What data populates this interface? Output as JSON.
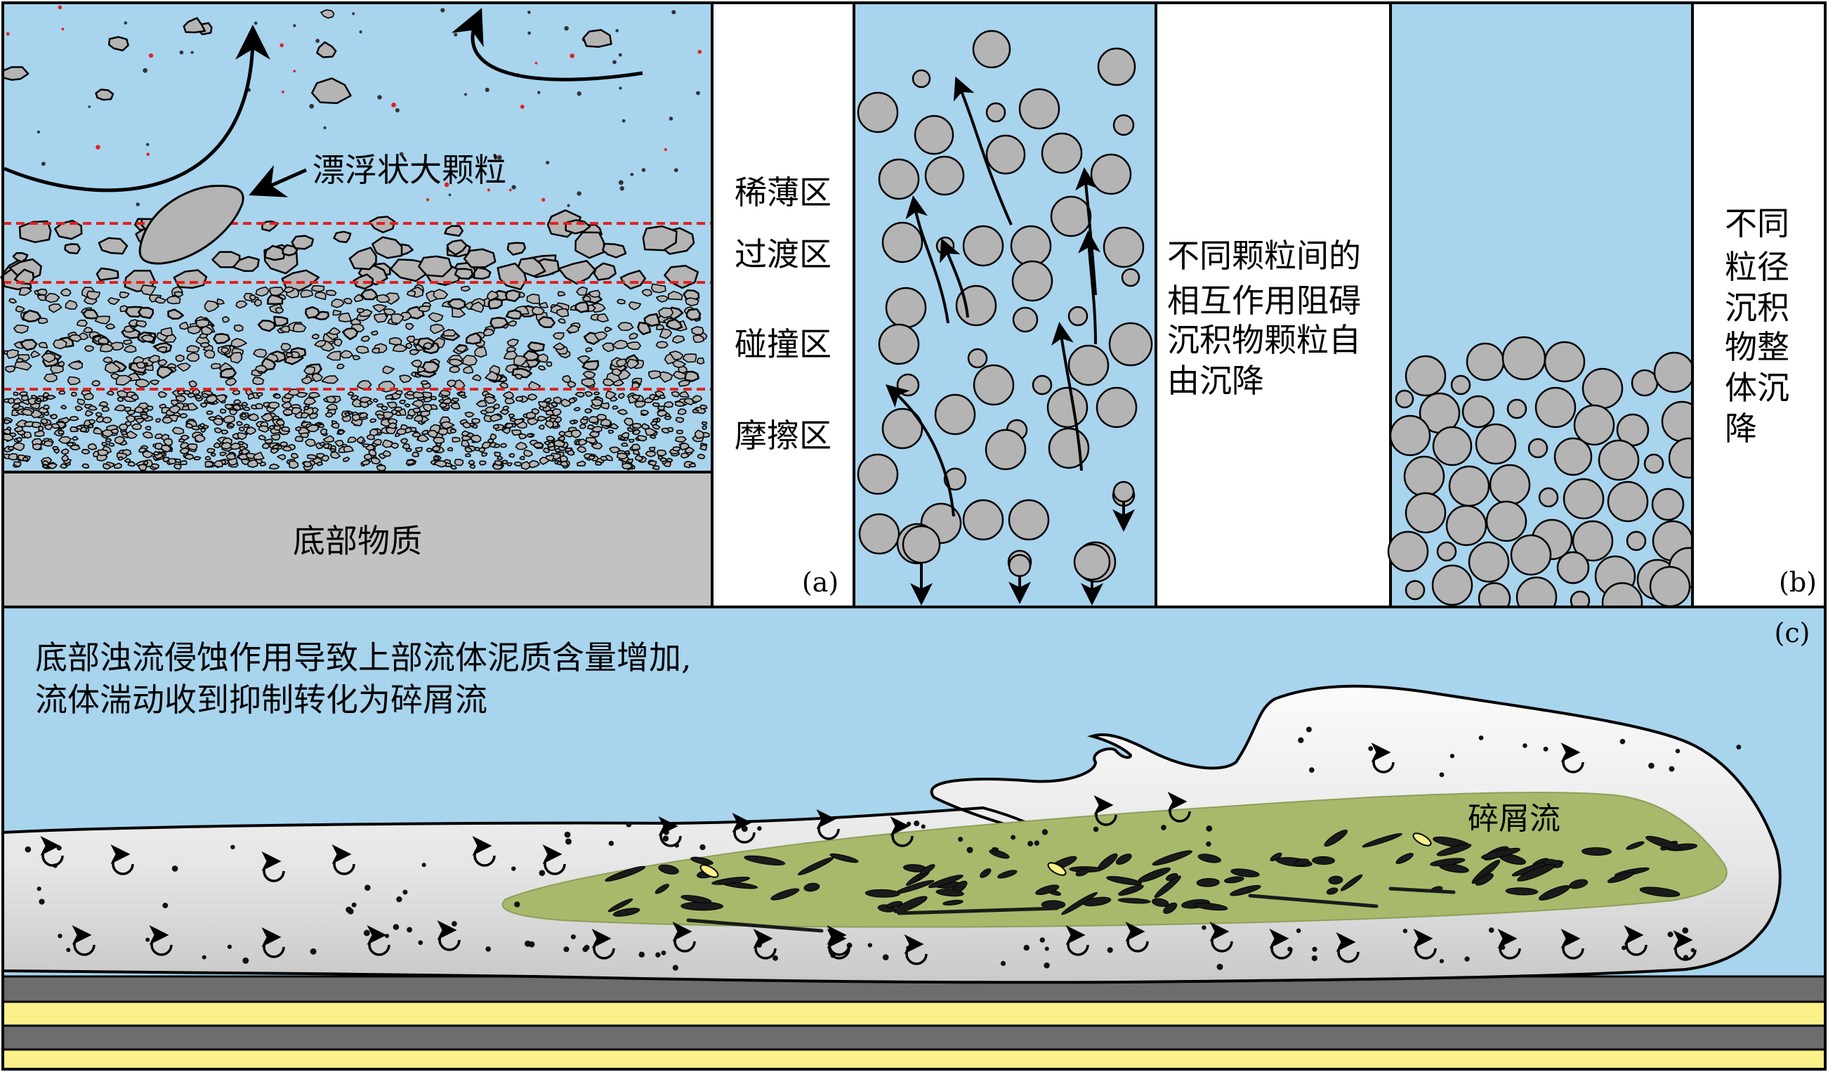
{
  "panel_a": {
    "zone_labels": [
      "稀薄区",
      "过渡区",
      "碰撞区",
      "摩擦区"
    ],
    "floating_label": "漂浮状大颗粒",
    "base_label": "底部物质",
    "tag": "(a)"
  },
  "panel_b": {
    "interaction_text": [
      "不同颗粒间的",
      "相互作用阻碍",
      "沉积物颗粒自",
      "由沉降"
    ],
    "mass_text": [
      "不同",
      "粒径",
      "沉积",
      "物整",
      "体沉",
      "降"
    ],
    "tag": "(b)"
  },
  "panel_c": {
    "caption": [
      "底部浊流侵蚀作用导致上部流体泥质含量增加,",
      "流体湍动收到抑制转化为碎屑流"
    ],
    "debris_label": "碎屑流",
    "tag": "(c)"
  },
  "colors": {
    "fluid": "#a8d4ee",
    "particle": "#b4b4b4",
    "base": "#c2c2c2",
    "red_dash": "#e0211d",
    "debris": "#a7ba6c",
    "flow_body": "#ededed",
    "sand_layer": "#fbf08a",
    "mud_layer": "#6d6d6d"
  }
}
